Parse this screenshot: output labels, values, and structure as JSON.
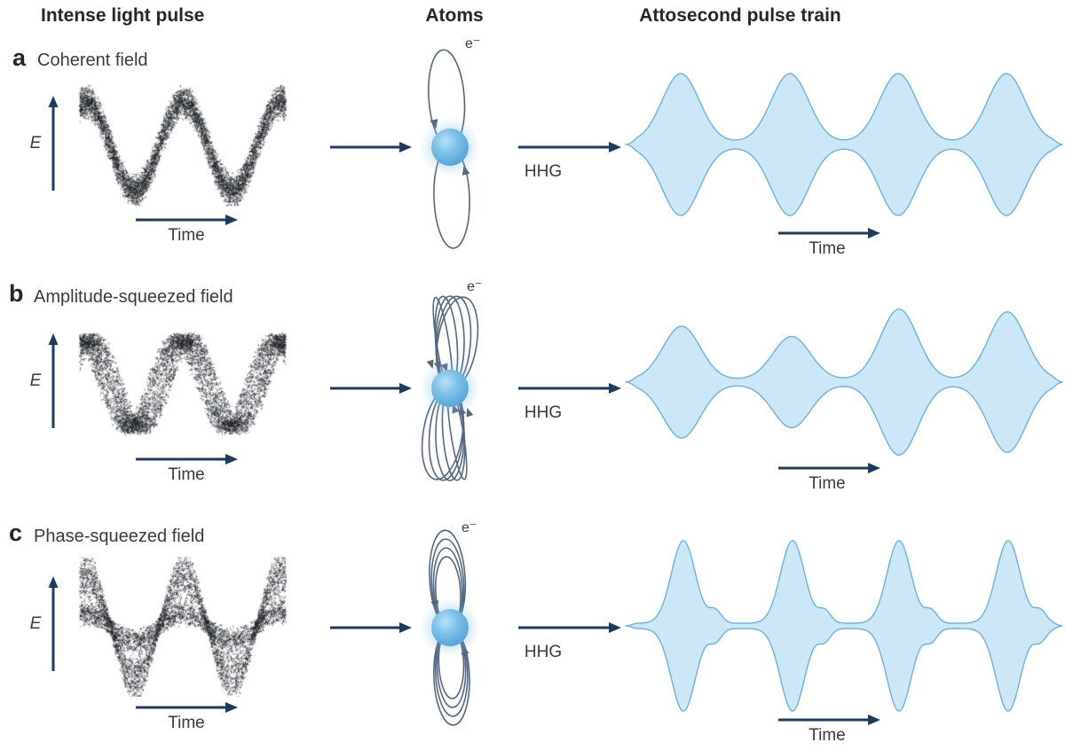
{
  "figure": {
    "columns": [
      {
        "id": "intense-light-pulse",
        "label": "Intense light pulse"
      },
      {
        "id": "atoms",
        "label": "Atoms"
      },
      {
        "id": "attosecond-pulse-train",
        "label": "Attosecond pulse train"
      }
    ],
    "axis_labels": {
      "e": "E",
      "time": "Time"
    },
    "process_label": "HHG",
    "electron_label": "e⁻",
    "rows": [
      {
        "panel": "a",
        "title": "Coherent field",
        "noise_profile": "uniform",
        "orbit_style": "single",
        "pulse_relative_heights": [
          1.0,
          1.0,
          1.0,
          1.0
        ],
        "satellite_pulses": false
      },
      {
        "panel": "b",
        "title": "Amplitude-squeezed field",
        "noise_profile": "phase_jitter",
        "orbit_style": "spindle_many",
        "pulse_relative_heights": [
          0.78,
          0.63,
          1.03,
          0.99
        ],
        "satellite_pulses": false
      },
      {
        "panel": "c",
        "title": "Phase-squeezed field",
        "noise_profile": "amplitude_jitter",
        "orbit_style": "fanned_few",
        "pulse_relative_heights": [
          1.21,
          1.21,
          1.21,
          1.21
        ],
        "satellite_pulses": true
      }
    ],
    "colors": {
      "arrow_navy": "#1e3a5c",
      "orbit": "#55677f",
      "nucleus_core": "#4f9ed6",
      "nucleus_mid": "#7cc0e8",
      "nucleus_light": "#b8e0f5",
      "glow": "#7dc0e8",
      "pulse_fill": "#cbe7f8",
      "pulse_stroke": "#6fb0da",
      "noise_dot": "#1b1f24",
      "heading_text": "#262626",
      "label_text": "#3a3a3a"
    }
  }
}
